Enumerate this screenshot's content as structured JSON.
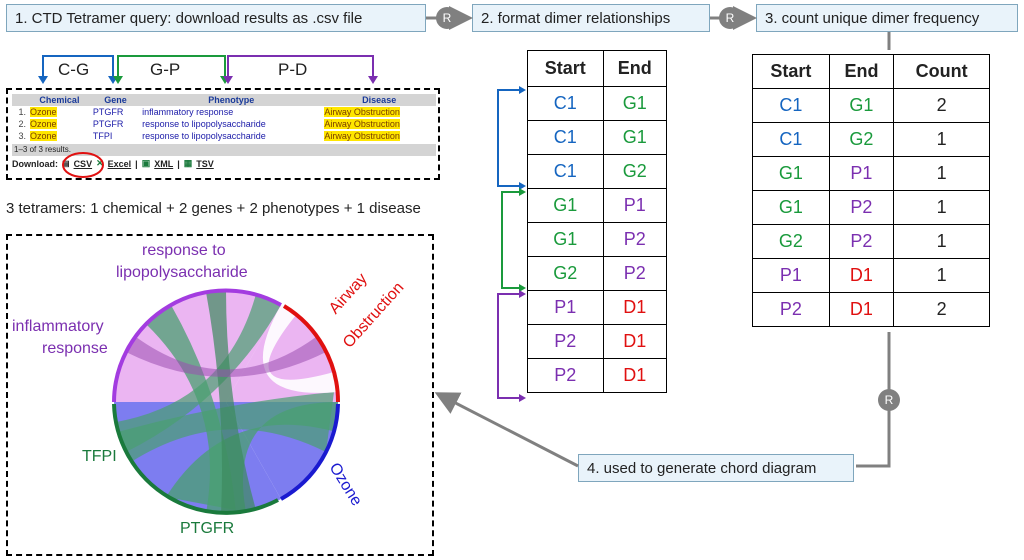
{
  "colors": {
    "chemical": "#1565c0",
    "gene": "#1a9a3c",
    "phenotype": "#7b2fb0",
    "disease": "#e01010",
    "stepbox": "#e9f3fa",
    "arrow": "#808080"
  },
  "steps": {
    "s1": "1. CTD Tetramer query: download results as .csv file",
    "s2": "2. format dimer relationships",
    "s3": "3. count unique dimer frequency",
    "s4": "4. used to generate chord diagram"
  },
  "r_label": "R",
  "pairs": {
    "cg": "C-G",
    "gp": "G-P",
    "pd": "P-D"
  },
  "ctd": {
    "headers": [
      "Chemical",
      "Gene",
      "Phenotype",
      "Disease"
    ],
    "rows": [
      {
        "idx": "1.",
        "chemical": "Ozone",
        "gene": "PTGFR",
        "phenotype": "inflammatory response",
        "disease": "Airway Obstruction"
      },
      {
        "idx": "2.",
        "chemical": "Ozone",
        "gene": "PTGFR",
        "phenotype": "response to lipopolysaccharide",
        "disease": "Airway Obstruction"
      },
      {
        "idx": "3.",
        "chemical": "Ozone",
        "gene": "TFPI",
        "phenotype": "response to lipopolysaccharide",
        "disease": "Airway Obstruction"
      }
    ],
    "results": "1–3 of 3 results.",
    "download_label": "Download:",
    "formats": [
      "CSV",
      "Excel",
      "XML",
      "TSV"
    ]
  },
  "summary": "3 tetramers: 1 chemical + 2 genes + 2 phenotypes + 1 disease",
  "dimer_table": {
    "headers": [
      "Start",
      "End"
    ],
    "rows": [
      [
        "C1",
        "G1"
      ],
      [
        "C1",
        "G1"
      ],
      [
        "C1",
        "G2"
      ],
      [
        "G1",
        "P1"
      ],
      [
        "G1",
        "P2"
      ],
      [
        "G2",
        "P2"
      ],
      [
        "P1",
        "D1"
      ],
      [
        "P2",
        "D1"
      ],
      [
        "P2",
        "D1"
      ]
    ]
  },
  "count_table": {
    "headers": [
      "Start",
      "End",
      "Count"
    ],
    "rows": [
      [
        "C1",
        "G1",
        "2"
      ],
      [
        "C1",
        "G2",
        "1"
      ],
      [
        "G1",
        "P1",
        "1"
      ],
      [
        "G1",
        "P2",
        "1"
      ],
      [
        "G2",
        "P2",
        "1"
      ],
      [
        "P1",
        "D1",
        "1"
      ],
      [
        "P2",
        "D1",
        "2"
      ]
    ]
  },
  "chord": {
    "labels": {
      "lps_1": "response to",
      "lps_2": "lipopolysaccharide",
      "infl_1": "inflammatory",
      "infl_2": "response",
      "airway_1": "Airway",
      "airway_2": "Obstruction",
      "ozone": "Ozone",
      "tfpi": "TFPI",
      "ptgfr": "PTGFR"
    }
  }
}
